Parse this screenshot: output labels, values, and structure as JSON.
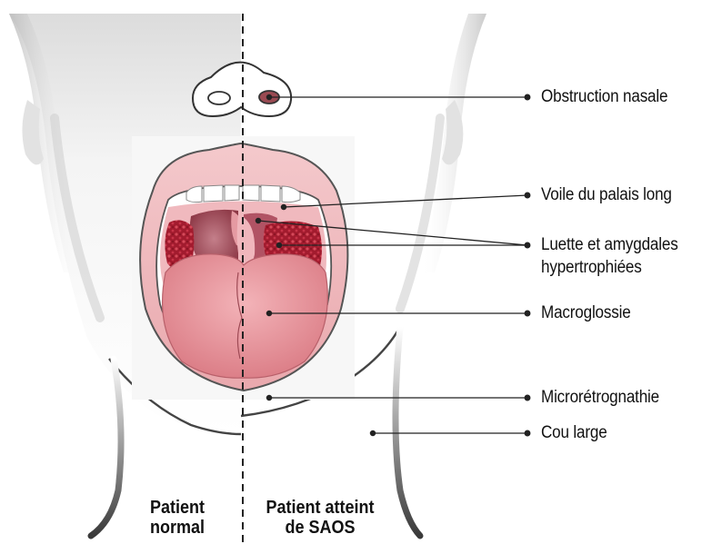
{
  "labels": {
    "obstruction_nasale": "Obstruction nasale",
    "voile_palais": "Voile du palais long",
    "luette_line1": "Luette et amygdales",
    "luette_line2": "hypertrophiées",
    "macroglossie": "Macroglossie",
    "microretrognathie": "Microrétrognathie",
    "cou_large": "Cou large"
  },
  "captions": {
    "left_line1": "Patient",
    "left_line2": "normal",
    "right_line1": "Patient atteint",
    "right_line2": "de SAOS"
  }
}
